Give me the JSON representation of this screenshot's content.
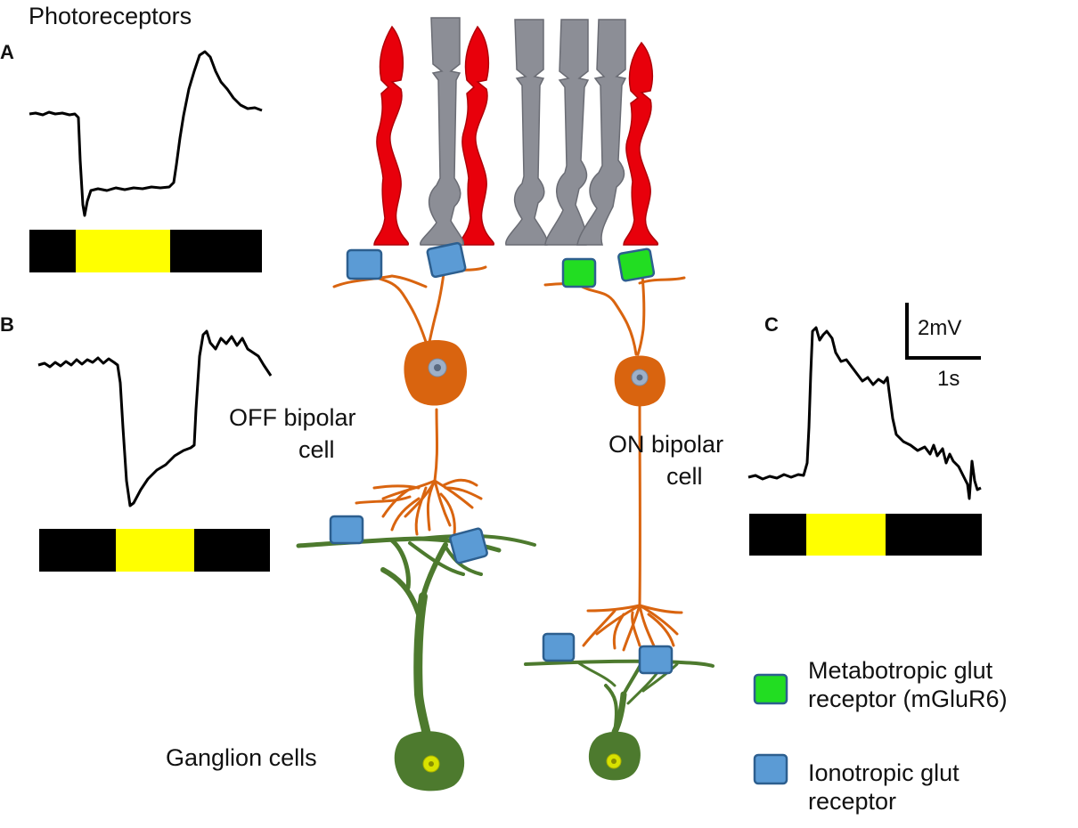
{
  "labels": {
    "photoreceptors": "Photoreceptors",
    "panel_a": "A",
    "panel_b": "B",
    "panel_c": "C",
    "off_bipolar_1": "OFF bipolar",
    "off_bipolar_2": "cell",
    "on_bipolar_1": "ON bipolar",
    "on_bipolar_2": "cell",
    "ganglion": "Ganglion cells"
  },
  "scale_bar": {
    "voltage": "2mV",
    "time": "1s"
  },
  "legend": {
    "metabotropic_1": "Metabotropic glut",
    "metabotropic_2": "receptor (mGluR6)",
    "ionotropic_1": "Ionotropic glut",
    "ionotropic_2": "receptor"
  },
  "colors": {
    "cone": "#e8000b",
    "rod": "#8c8e96",
    "bipolar": "#d9640f",
    "ganglion": "#4d7a2e",
    "ionotropic": "#5b9bd5",
    "metabotropic": "#22dd22",
    "stim_on": "#ffff00",
    "stim_off": "#000000"
  },
  "stimulus_bars": [
    {
      "panel": "A",
      "segments": [
        "off",
        "on",
        "off"
      ]
    },
    {
      "panel": "B",
      "segments": [
        "off",
        "on",
        "off"
      ]
    },
    {
      "panel": "C",
      "segments": [
        "off",
        "on",
        "off"
      ]
    }
  ]
}
